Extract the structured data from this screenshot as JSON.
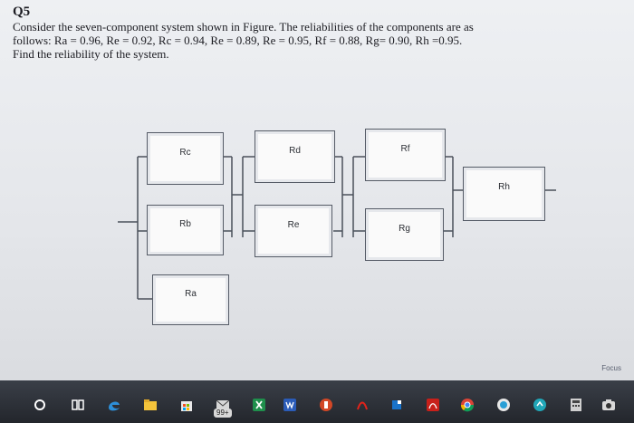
{
  "question": {
    "number": "Q5",
    "lines": [
      "Consider the seven-component system shown in Figure. The reliabilities of the components are as",
      "follows: Ra = 0.96, Re = 0.92, Rc = 0.94, Re = 0.89, Re = 0.95, Rf = 0.88, Rg= 0.90, Rh =0.95.",
      "Find the reliability of the system."
    ]
  },
  "diagram": {
    "components": {
      "rc": "Rc",
      "rb": "Rb",
      "ra": "Ra",
      "rd": "Rd",
      "re": "Re",
      "rf": "Rf",
      "rg": "Rg",
      "rh": "Rh"
    }
  },
  "taskbar": {
    "focus_label": "Focus",
    "badge": "99+",
    "icons": [
      "search-icon",
      "task-view-icon",
      "edge-icon",
      "file-explorer-icon",
      "store-icon",
      "mail-icon",
      "excel-icon",
      "word-icon",
      "powerpoint-icon",
      "acrobat-icon",
      "app-icon",
      "acrobat-reader-icon",
      "chrome-icon",
      "app-icon",
      "app-icon",
      "calculator-icon",
      "camera-icon"
    ]
  }
}
